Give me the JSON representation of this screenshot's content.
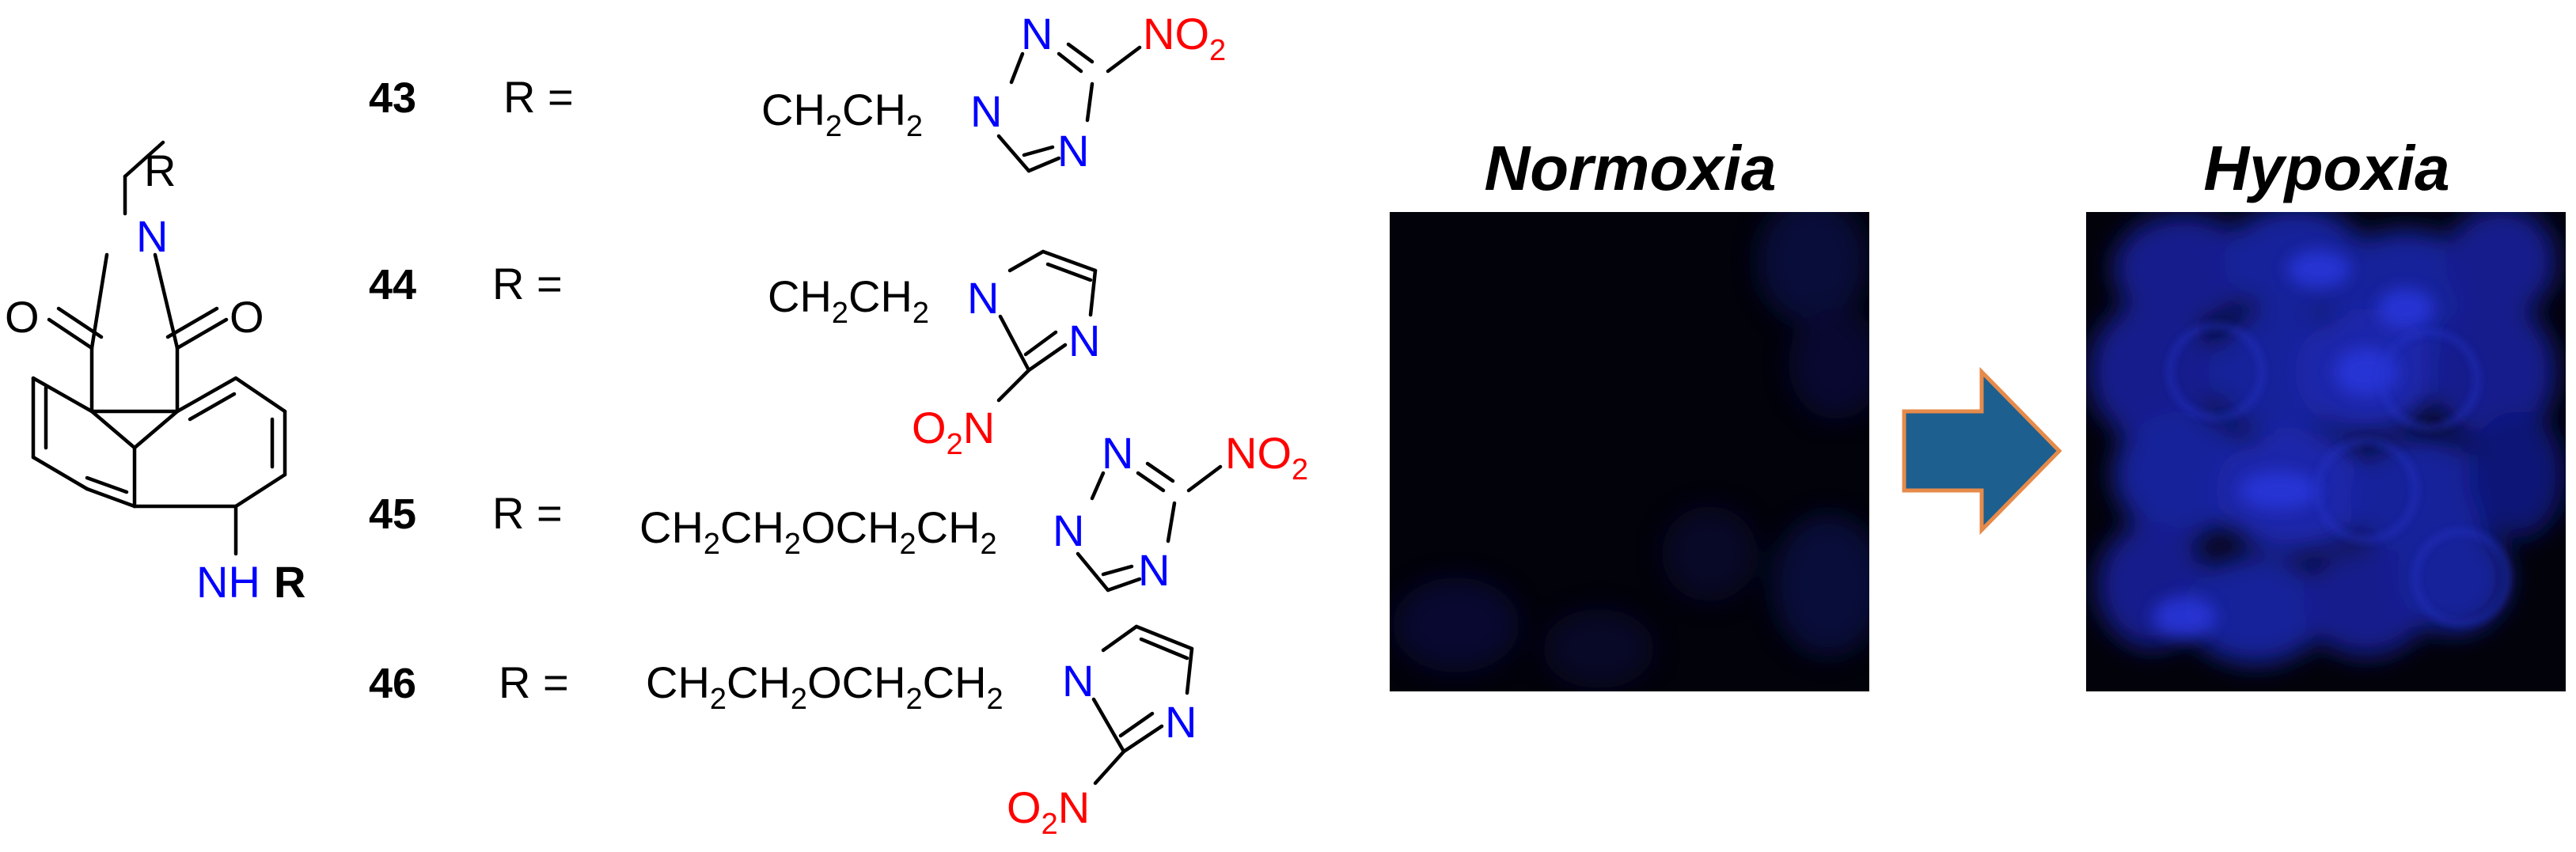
{
  "colors": {
    "carbon": "#000000",
    "nitrogen": "#0000ff",
    "oxygen_nitro": "#ff0000",
    "arrow_fill": "#1d5f8f",
    "arrow_edge": "#e68a4a",
    "panel_dark": "#02020a",
    "fluorescence": "#1d2bd8"
  },
  "core": {
    "substituent": "R",
    "n_ring": "N",
    "oxygen_left": "O",
    "oxygen_right": "O",
    "amine_nh": "NH",
    "amine_r": "R"
  },
  "compounds": [
    {
      "id": "43",
      "r_label": "R =",
      "chain": "CH",
      "chain_sub": "2",
      "ring_atoms": [
        "N",
        "N",
        "N"
      ],
      "nitro_main": "NO",
      "nitro_sub": "2"
    },
    {
      "id": "44",
      "r_label": "R =",
      "chain": "CH",
      "chain_sub": "2",
      "ring_atoms": [
        "N",
        "N"
      ],
      "nitro_main": "O",
      "nitro_sub": "2",
      "nitro_tail": "N"
    },
    {
      "id": "45",
      "r_label": "R =",
      "chain": "CH",
      "chain_sub": "2",
      "ether_o": "O",
      "ring_atoms": [
        "N",
        "N",
        "N"
      ],
      "nitro_main": "NO",
      "nitro_sub": "2"
    },
    {
      "id": "46",
      "r_label": "R =",
      "chain": "CH",
      "chain_sub": "2",
      "ether_o": "O",
      "ring_atoms": [
        "N",
        "N"
      ],
      "nitro_main": "O",
      "nitro_sub": "2",
      "nitro_tail": "N"
    }
  ],
  "panels": {
    "normoxia": "Normoxia",
    "hypoxia": "Hypoxia"
  }
}
